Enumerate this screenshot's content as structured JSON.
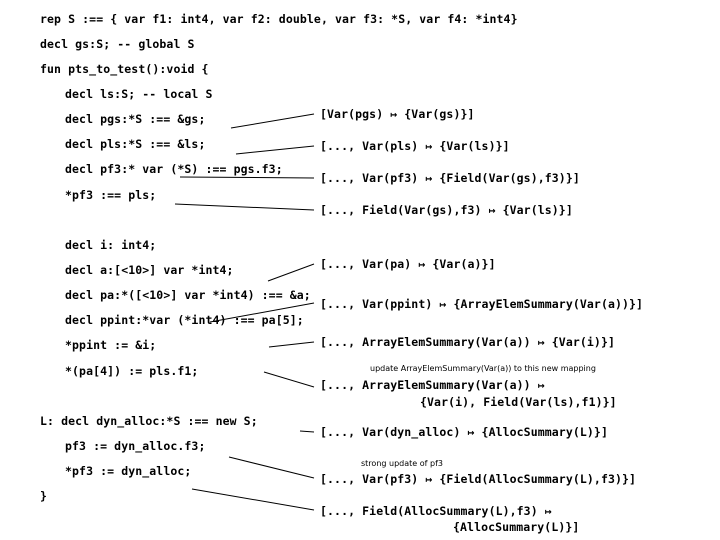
{
  "code_lines": [
    "rep S :== { var f1: int4, var f2: double, var f3: *S, var f4: *int4}",
    "decl gs:S; -- global S",
    "fun pts_to_test():void {",
    "decl ls:S; -- local S",
    "decl pgs:*S :== &gs;",
    "decl pls:*S :== &ls;",
    "decl pf3:* var (*S) :== pgs.f3;",
    "*pf3 :== pls;",
    "decl i: int4;",
    "decl a:[<10>] var *int4;",
    "decl pa:*([<10>] var *int4) :== &a;",
    "decl ppint:*var (*int4) :== pa[5];",
    "*ppint := &i;",
    "*(pa[4]) := pls.f1;",
    "L: decl dyn_alloc:*S :== new S;",
    "pf3 := dyn_alloc.f3;",
    "*pf3 := dyn_alloc;",
    "}"
  ],
  "mappings": [
    "[Var(pgs) ↦ {Var(gs)}]",
    "[..., Var(pls) ↦ {Var(ls)}]",
    "[..., Var(pf3) ↦ {Field(Var(gs),f3)}]",
    "[..., Field(Var(gs),f3) ↦ {Var(ls)}]",
    "[..., Var(pa) ↦ {Var(a)}]",
    "[..., Var(ppint) ↦ {ArrayElemSummary(Var(a))}]",
    "[..., ArrayElemSummary(Var(a)) ↦ {Var(i)}]",
    "[..., ArrayElemSummary(Var(a)) ↦",
    "{Var(i), Field(Var(ls),f1)}]",
    "[..., Var(dyn_alloc) ↦ {AllocSummary(L)}]",
    "[..., Var(pf3) ↦ {Field(AllocSummary(L),f3)}]",
    "[..., Field(AllocSummary(L),f3) ↦",
    "{AllocSummary(L)}]"
  ],
  "notes": [
    "update ArrayElemSummary(Var(a)) to this new mapping",
    "strong update of pf3"
  ]
}
